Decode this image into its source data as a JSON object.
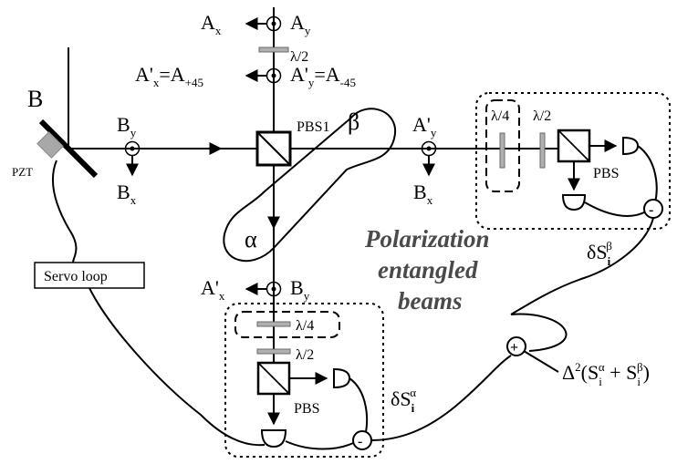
{
  "diagram": {
    "labels": {
      "mirror": "B",
      "pzt": "PZT",
      "a_x": "A",
      "a_x_sub": "x",
      "a_y": "A",
      "a_y_sub": "y",
      "a_prime_x_eq": "A'",
      "a_prime_x_eq_sub": "x",
      "a_plus45": "=A",
      "a_plus45_sub": "+45",
      "a_prime_y_eq": "A'",
      "a_prime_y_eq_sub": "y",
      "a_minus45": "=A",
      "a_minus45_sub": "-45",
      "b_y_left": "B",
      "b_y_left_sub": "y",
      "b_x_left": "B",
      "b_x_left_sub": "x",
      "pbs1": "PBS1",
      "beta": "β",
      "alpha": "α",
      "a_prime_y_right": "A'",
      "a_prime_y_right_sub": "y",
      "b_x_right": "B",
      "b_x_right_sub": "x",
      "a_prime_x_bottom": "A'",
      "a_prime_x_bottom_sub": "x",
      "b_y_bottom": "B",
      "b_y_bottom_sub": "y",
      "half_wave_top": "λ/2",
      "quarter_wave_right": "λ/4",
      "half_wave_right": "λ/2",
      "pbs_right": "PBS",
      "quarter_wave_bottom": "λ/4",
      "half_wave_bottom": "λ/2",
      "pbs_bottom": "PBS",
      "servo_loop": "Servo loop",
      "polarization_line1": "Polarization",
      "polarization_line2": "entangled",
      "polarization_line3": "beams",
      "delta_s_beta": "δS",
      "delta_s_beta_sub": "i",
      "delta_s_beta_sup": "β",
      "delta_s_alpha": "δS",
      "delta_s_alpha_sub": "i",
      "delta_s_alpha_sup": "α",
      "variance_prefix": "Δ",
      "variance_sq": "2",
      "variance_open": "(S",
      "variance_alpha_sub": "i",
      "variance_alpha_sup": "α",
      "variance_plus": " + S",
      "variance_beta_sub": "i",
      "variance_beta_sup": "β",
      "variance_close": ")",
      "minus_sign": "-",
      "plus_sign": "+"
    }
  }
}
